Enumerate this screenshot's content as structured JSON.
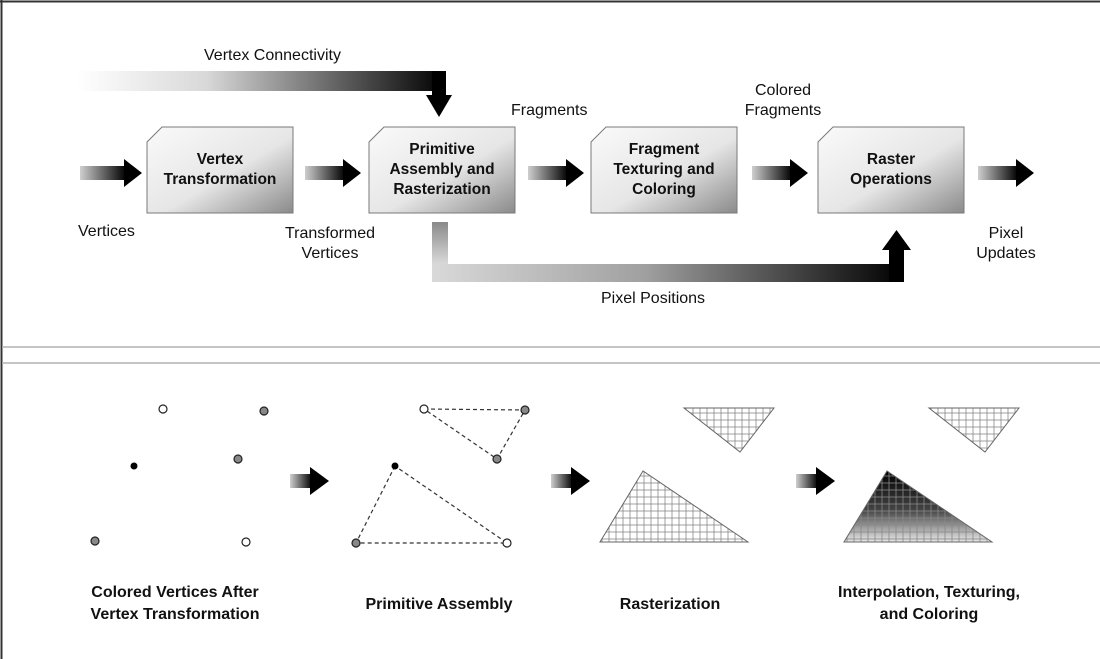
{
  "pipeline": {
    "stages": [
      {
        "lines": [
          "Vertex",
          "Transformation"
        ]
      },
      {
        "lines": [
          "Primitive",
          "Assembly and",
          "Rasterization"
        ]
      },
      {
        "lines": [
          "Fragment",
          "Texturing and",
          "Coloring"
        ]
      },
      {
        "lines": [
          "Raster",
          "Operations"
        ]
      }
    ],
    "labels": {
      "vertex_connectivity": "Vertex Connectivity",
      "fragments": "Fragments",
      "colored_fragments": [
        "Colored",
        "Fragments"
      ],
      "vertices": "Vertices",
      "transformed_vertices": [
        "Transformed",
        "Vertices"
      ],
      "pixel_positions": "Pixel Positions",
      "pixel_updates": [
        "Pixel",
        "Updates"
      ]
    }
  },
  "illustration": {
    "captions": [
      [
        "Colored Vertices After",
        "Vertex Transformation"
      ],
      [
        "Primitive Assembly"
      ],
      [
        "Rasterization"
      ],
      [
        "Interpolation, Texturing,",
        "and Coloring"
      ]
    ]
  },
  "colors": {
    "box_light": "#fafafa",
    "box_dark": "#8a8a8a",
    "arrow": "#111111",
    "divider": "#b0b0b0",
    "grid_line": "#888888"
  }
}
